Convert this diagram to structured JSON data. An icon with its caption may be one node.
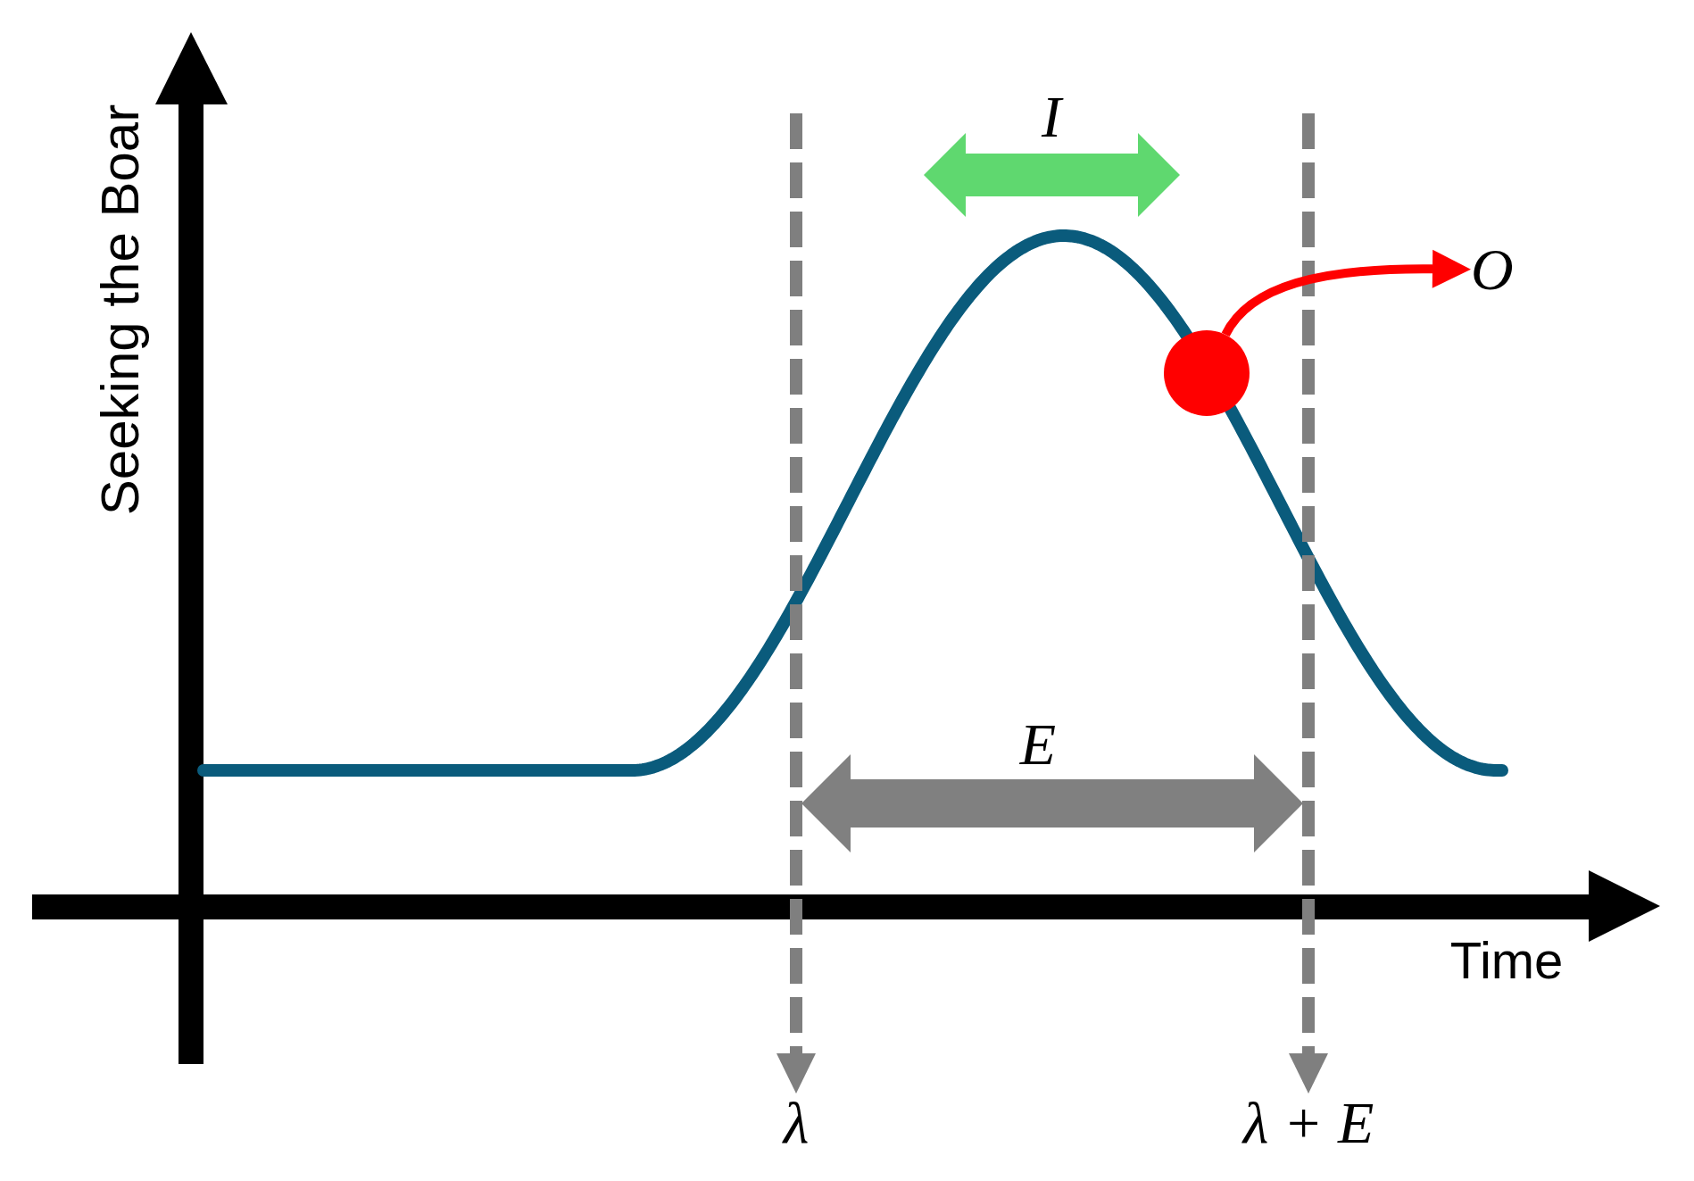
{
  "diagram": {
    "nodes": [
      {
        "text": [],
        "shape": "circle"
      },
      {
        "text": [
          "O"
        ]
      },
      {
        "text": [
          "λ"
        ]
      },
      {
        "text": [
          "λ + E"
        ]
      }
    ],
    "edges": [
      {
        "from": 0,
        "to": 1,
        "arrow": "to",
        "color": "#ff0000"
      },
      {
        "from": null,
        "to": 2,
        "arrow": "to",
        "style": "dashed",
        "color": "#7f7f7f"
      },
      {
        "from": null,
        "to": 3,
        "arrow": "to",
        "style": "dashed",
        "color": "#7f7f7f"
      }
    ],
    "labels": [
      "Seeking the Boar",
      "I",
      "E",
      "Time"
    ]
  }
}
